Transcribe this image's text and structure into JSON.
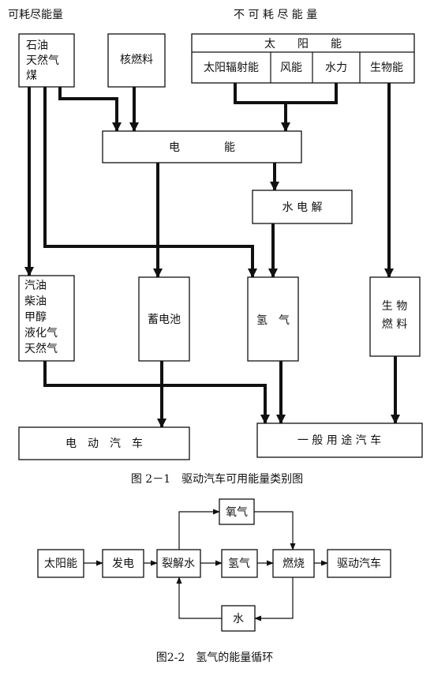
{
  "figure1": {
    "header_exhaustible": "可耗尽能量",
    "header_inexhaustible": "不 可 耗 尽 能 量",
    "fossil": [
      "石油",
      "天然气",
      "煤"
    ],
    "nuclear": "核燃料",
    "solar": "太　　阳　　能",
    "solar_parts": [
      "太阳辐射能",
      "风能",
      "水力",
      "生物能"
    ],
    "electricity": "电　　　　能",
    "electrolysis": "水 电 解",
    "liquid_fuels": [
      "汽油",
      "柴油",
      "甲醇",
      "液化气",
      "天然气"
    ],
    "battery": "蓄电池",
    "hydrogen": "氢　气",
    "biofuel": [
      "生 物",
      "燃 料"
    ],
    "electric_car": "电　动　汽　车",
    "general_car": "一 般 用 途 汽 车",
    "caption": "图 2－1　驱动汽车可用能量类别图"
  },
  "figure2": {
    "solar": "太阳能",
    "generate": "发电",
    "split_water": "裂解水",
    "hydrogen": "氢气",
    "combustion": "燃烧",
    "drive_car": "驱动汽车",
    "oxygen": "氧气",
    "water": "水",
    "caption": "图2-2　氢气的能量循环"
  }
}
